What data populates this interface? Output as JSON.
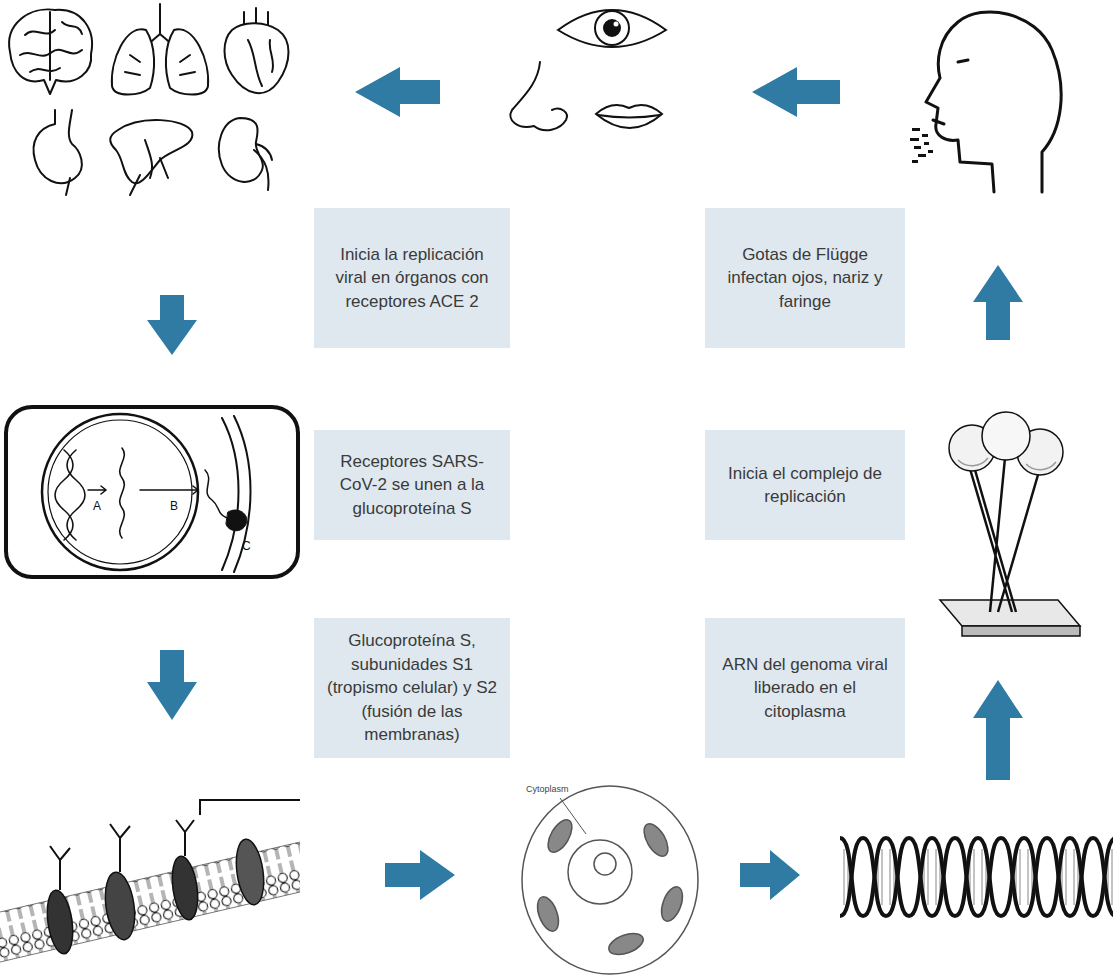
{
  "diagram": {
    "nodes": [
      {
        "text": [
          "Inicia la replicación viral en órganos con receptores ACE 2"
        ]
      },
      {
        "text": [
          "Gotas de Flügge infectan ojos, nariz y faringe"
        ]
      },
      {
        "text": [
          "Receptores SARS-CoV-2 se unen a la glucoproteína S"
        ]
      },
      {
        "text": [
          "Inicia el complejo de replicación"
        ]
      },
      {
        "text": [
          "Glucoproteína S, subunidades S1 (tropismo celular) y S2 (fusión de las membranas)"
        ]
      },
      {
        "text": [
          "ARN del genoma viral liberado en el citoplasma"
        ]
      }
    ],
    "labels": [
      "A",
      "B",
      "C",
      "Cytoplasm"
    ]
  }
}
